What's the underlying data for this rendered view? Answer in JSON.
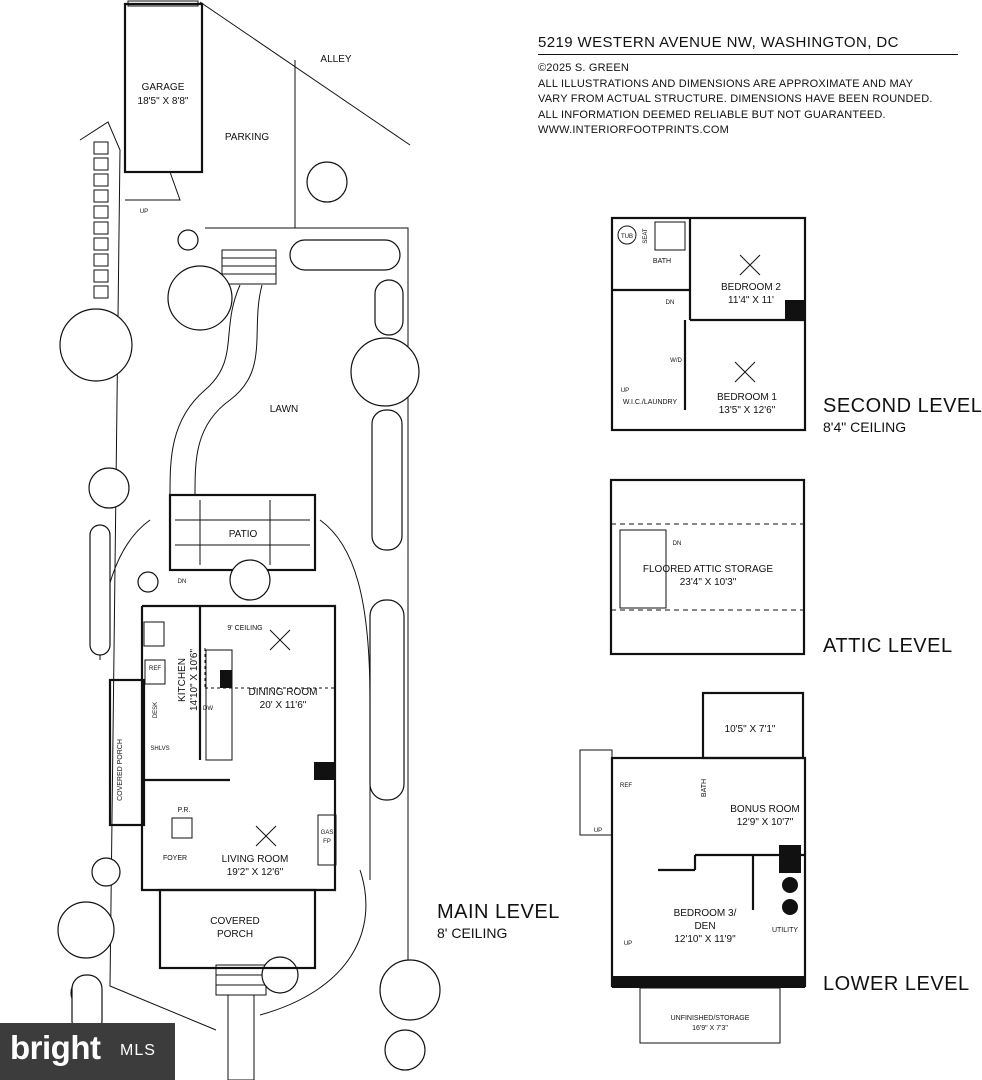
{
  "header": {
    "address": "5219 WESTERN AVENUE NW, WASHINGTON, DC",
    "copyright": "©2025 S. GREEN",
    "disclaimer_1": "ALL ILLUSTRATIONS AND DIMENSIONS ARE APPROXIMATE AND MAY",
    "disclaimer_2": "VARY FROM ACTUAL STRUCTURE. DIMENSIONS HAVE BEEN ROUNDED.",
    "disclaimer_3": "ALL INFORMATION DEEMED RELIABLE BUT NOT GUARANTEED.",
    "website": "WWW.INTERIORFOOTPRINTS.COM"
  },
  "levels": {
    "main": {
      "name": "MAIN LEVEL",
      "ceiling": "8' CEILING"
    },
    "second": {
      "name": "SECOND LEVEL",
      "ceiling": "8'4\" CEILING"
    },
    "attic": {
      "name": "ATTIC LEVEL"
    },
    "lower": {
      "name": "LOWER LEVEL"
    }
  },
  "site": {
    "garage": {
      "name": "GARAGE",
      "dims": "18'5\" X 8'8\""
    },
    "alley": "ALLEY",
    "parking": "PARKING",
    "lawn": "LAWN",
    "patio": "PATIO",
    "up": "UP",
    "dn": "DN"
  },
  "main_rooms": {
    "ceiling_9": "9' CEILING",
    "kitchen": {
      "name": "KITCHEN",
      "dims": "14'10\" X 10'6\""
    },
    "dining": {
      "name": "DINING ROOM",
      "dims": "20' X 11'6\""
    },
    "living": {
      "name": "LIVING ROOM",
      "dims": "19'2\" X 12'6\""
    },
    "covered_porch_front": {
      "line1": "COVERED",
      "line2": "PORCH"
    },
    "covered_porch_side": "COVERED PORCH",
    "foyer": "FOYER",
    "pr": "P.R.",
    "ref": "REF",
    "desk": "DESK",
    "shlvs": "SHLVS",
    "dw": "DW",
    "gas": "GAS",
    "fp": "FP"
  },
  "second_rooms": {
    "tub": "TUB",
    "seat": "SEAT",
    "bath": "BATH",
    "bedroom2": {
      "name": "BEDROOM 2",
      "dims": "11'4\" X 11'"
    },
    "bedroom1": {
      "name": "BEDROOM 1",
      "dims": "13'5\" X 12'6\""
    },
    "wic": "W.I.C./LAUNDRY",
    "wd": "W/D"
  },
  "attic_rooms": {
    "storage": {
      "name": "FLOORED ATTIC STORAGE",
      "dims": "23'4\" X 10'3\""
    }
  },
  "lower_rooms": {
    "room_dims": "10'5\" X 7'1\"",
    "bonus": {
      "name": "BONUS ROOM",
      "dims": "12'9\" X 10'7\""
    },
    "bath": "BATH",
    "ref": "REF",
    "bedroom3": {
      "line1": "BEDROOM 3/",
      "line2": "DEN",
      "dims": "12'10\" X 11'9\""
    },
    "utility": "UTILITY",
    "unfinished": {
      "name": "UNFINISHED/STORAGE",
      "dims": "16'9\" X 7'3\""
    }
  },
  "badge": {
    "brand": "bright",
    "suffix": "MLS"
  }
}
